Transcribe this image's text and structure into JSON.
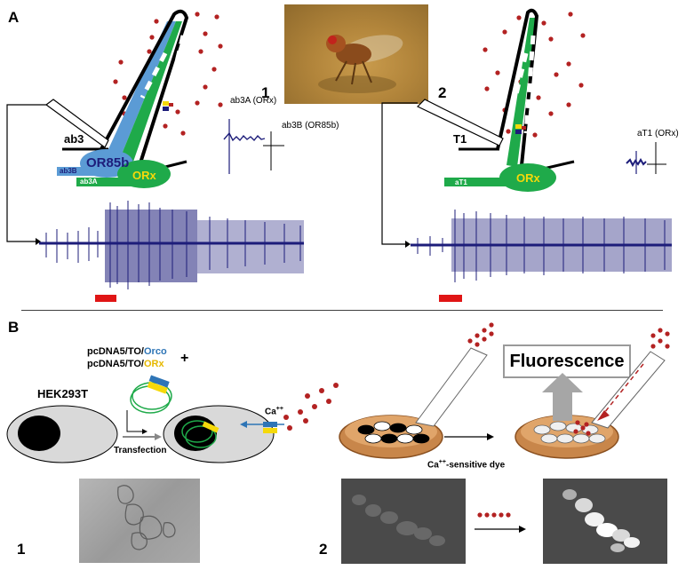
{
  "panel_a": {
    "letter": "A",
    "num_1": "1",
    "num_2": "2",
    "left": {
      "sensillum_label": "ab3",
      "or85b_label": "OR85b",
      "orx_label": "ORx",
      "neuron_b_label": "ab3B",
      "neuron_a_label": "ab3A",
      "spike_a_label": "ab3A (ORx)",
      "spike_b_label": "ab3B (OR85b)"
    },
    "right": {
      "sensillum_label": "T1",
      "orx_label": "ORx",
      "neuron_label": "aT1",
      "spike_label": "aT1 (ORx)"
    }
  },
  "panel_b": {
    "letter": "B",
    "plasmid_1_prefix": "pcDNA5/TO/",
    "plasmid_1_gene": "Orco",
    "plasmid_2_prefix": "pcDNA5/TO/",
    "plasmid_2_gene": "ORx",
    "plus": "+",
    "cell_line": "HEK293T",
    "transfection": "Transfection",
    "calcium": "Ca",
    "calcium_sup": "++",
    "fluorescence": "Fluorescence",
    "dye_label": "Ca",
    "dye_sup": "++",
    "dye_suffix": "-sensitive dye",
    "num_1": "1",
    "num_2": "2"
  },
  "colors": {
    "navy": "#1d1d7a",
    "blue_receptor": "#5b9bd5",
    "green_receptor": "#1faa4a",
    "yellow": "#f5d90a",
    "odor_red": "#b32222",
    "stimulus_red": "#e01515",
    "orco_text": "#2e75b6",
    "orx_text": "#e6b800"
  }
}
